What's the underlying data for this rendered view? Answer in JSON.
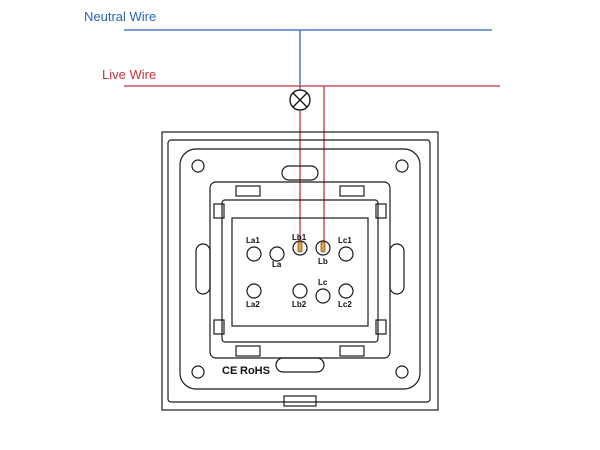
{
  "wires": {
    "neutral": {
      "label": "Neutral Wire",
      "color": "#2a64b8"
    },
    "live": {
      "label": "Live Wire",
      "color": "#c8323c"
    }
  },
  "terminals": {
    "la1": "La1",
    "la": "La",
    "lb1": "Lb1",
    "lb": "Lb",
    "lc1": "Lc1",
    "la2": "La2",
    "lb2": "Lb2",
    "lc": "Lc",
    "lc2": "Lc2"
  },
  "certifications": {
    "ce": "CE",
    "rohs": "RoHS"
  },
  "icons": [
    "lamp-icon",
    "terminal-screw-icon"
  ],
  "colors": {
    "outline": "#1a1a1a",
    "terminal_fill": "#d9a24a"
  }
}
